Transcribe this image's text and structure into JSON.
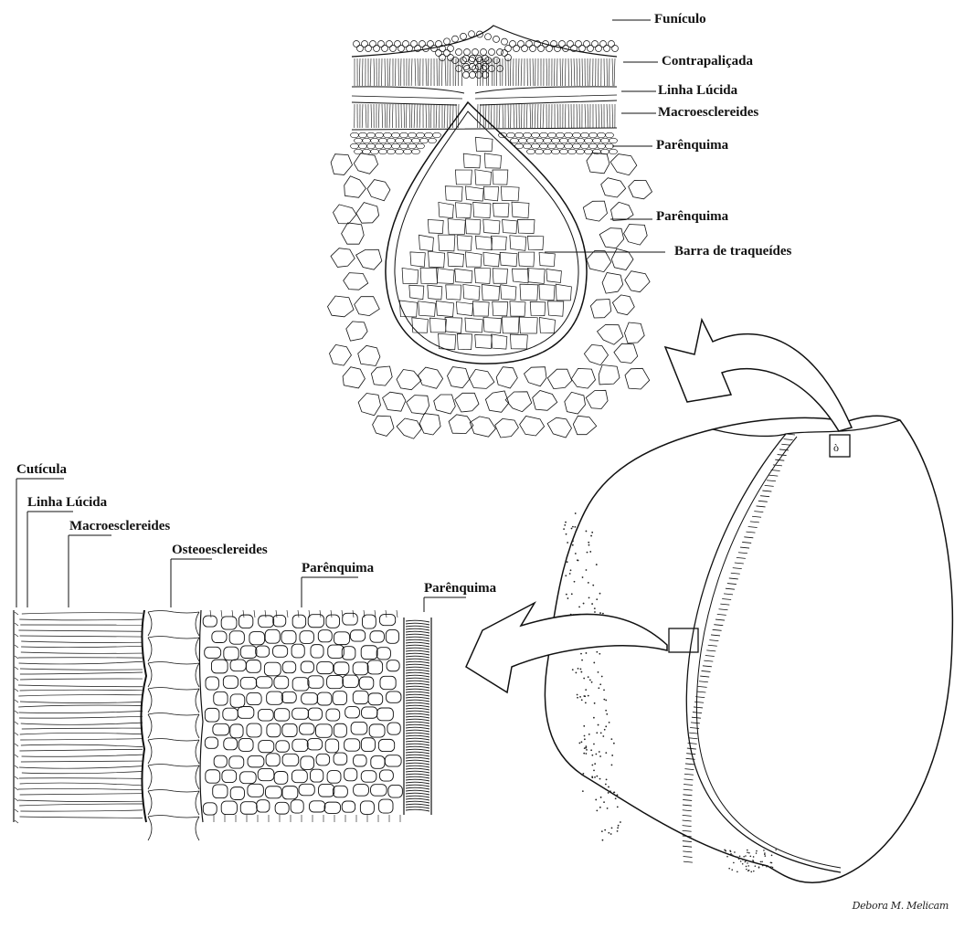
{
  "top_labels": {
    "funiculo": "Funículo",
    "contrapalicada": "Contrapaliçada",
    "linha_lucida": "Linha Lúcida",
    "macroesclereides": "Macroesclereides",
    "parenquima_1": "Parênquima",
    "parenquima_2": "Parênquima",
    "barra": "Barra de traqueídes"
  },
  "left_labels": {
    "cuticula": "Cutícula",
    "linha_lucida": "Linha Lúcida",
    "macroesclereides": "Macroesclereides",
    "osteoesclereides": "Osteoesclereides",
    "parenquima_1": "Parênquima",
    "parenquima_2": "Parênquima"
  },
  "signature": "Debora M. Melicam"
}
